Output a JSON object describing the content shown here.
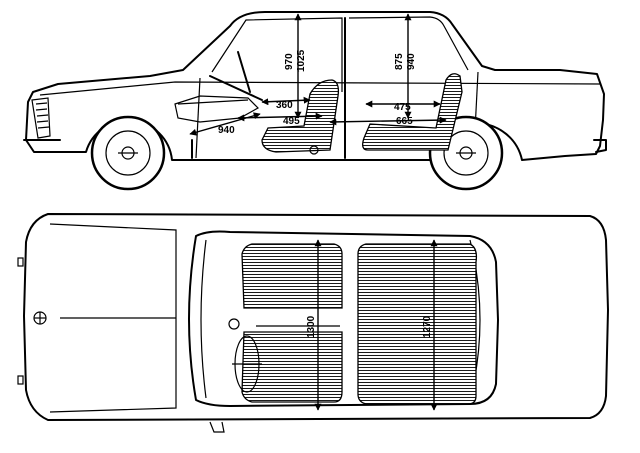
{
  "side_view": {
    "dimensions": {
      "height_front": "970",
      "height_front_alt": "1025",
      "height_rear": "875",
      "height_rear_alt": "940",
      "front_seat_depth": "360",
      "front_cushion_length": "495",
      "pedal_to_seat": "940",
      "rear_seat_depth": "475",
      "rear_legroom": "665"
    }
  },
  "top_view": {
    "dimensions": {
      "front_width": "1300",
      "rear_width": "1270"
    }
  },
  "colors": {
    "line": "#000000",
    "background": "#ffffff"
  }
}
